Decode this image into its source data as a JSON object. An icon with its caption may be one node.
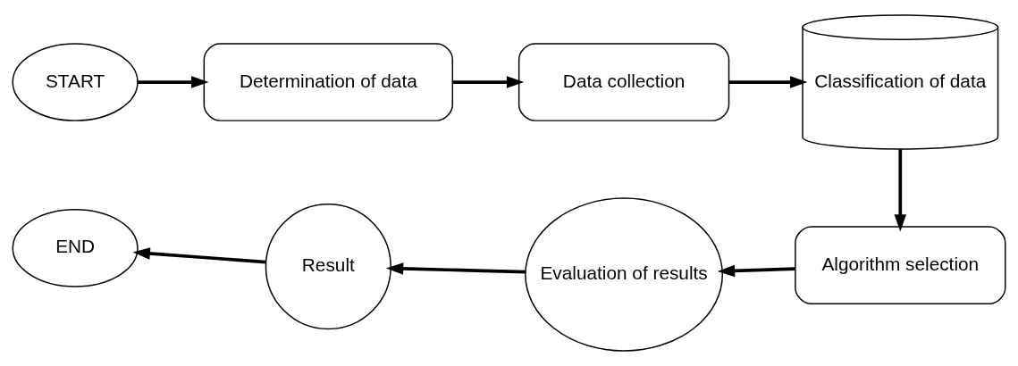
{
  "diagram": {
    "nodes": [
      {
        "text": [
          "START"
        ]
      },
      {
        "text": [
          "Determination of data"
        ]
      },
      {
        "text": [
          "Data collection"
        ]
      },
      {
        "text": [
          "Classification of data"
        ]
      },
      {
        "text": [
          "Algorithm selection"
        ]
      },
      {
        "text": [
          "Evaluation of results"
        ]
      },
      {
        "text": [
          "Result"
        ]
      },
      {
        "text": [
          "END"
        ]
      }
    ],
    "edges": [
      {
        "from": 0,
        "to": 1,
        "arrow": "to"
      },
      {
        "from": 1,
        "to": 2,
        "arrow": "to"
      },
      {
        "from": 2,
        "to": 3,
        "arrow": "to"
      },
      {
        "from": 3,
        "to": 4,
        "arrow": "to"
      },
      {
        "from": 4,
        "to": 5,
        "arrow": "to"
      },
      {
        "from": 5,
        "to": 6,
        "arrow": "to"
      },
      {
        "from": 6,
        "to": 7,
        "arrow": "to"
      }
    ]
  }
}
